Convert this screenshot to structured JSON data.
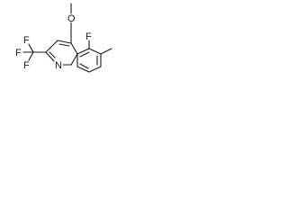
{
  "molecule": {
    "labels": {
      "methoxy_o": "O",
      "fluoro": "F",
      "ring_n": "N",
      "cf3_f_left": "F",
      "cf3_f_top": "F",
      "cf3_f_bottom": "F"
    }
  },
  "colors": {
    "ink": "#1a1a1a",
    "background": "#ffffff"
  }
}
